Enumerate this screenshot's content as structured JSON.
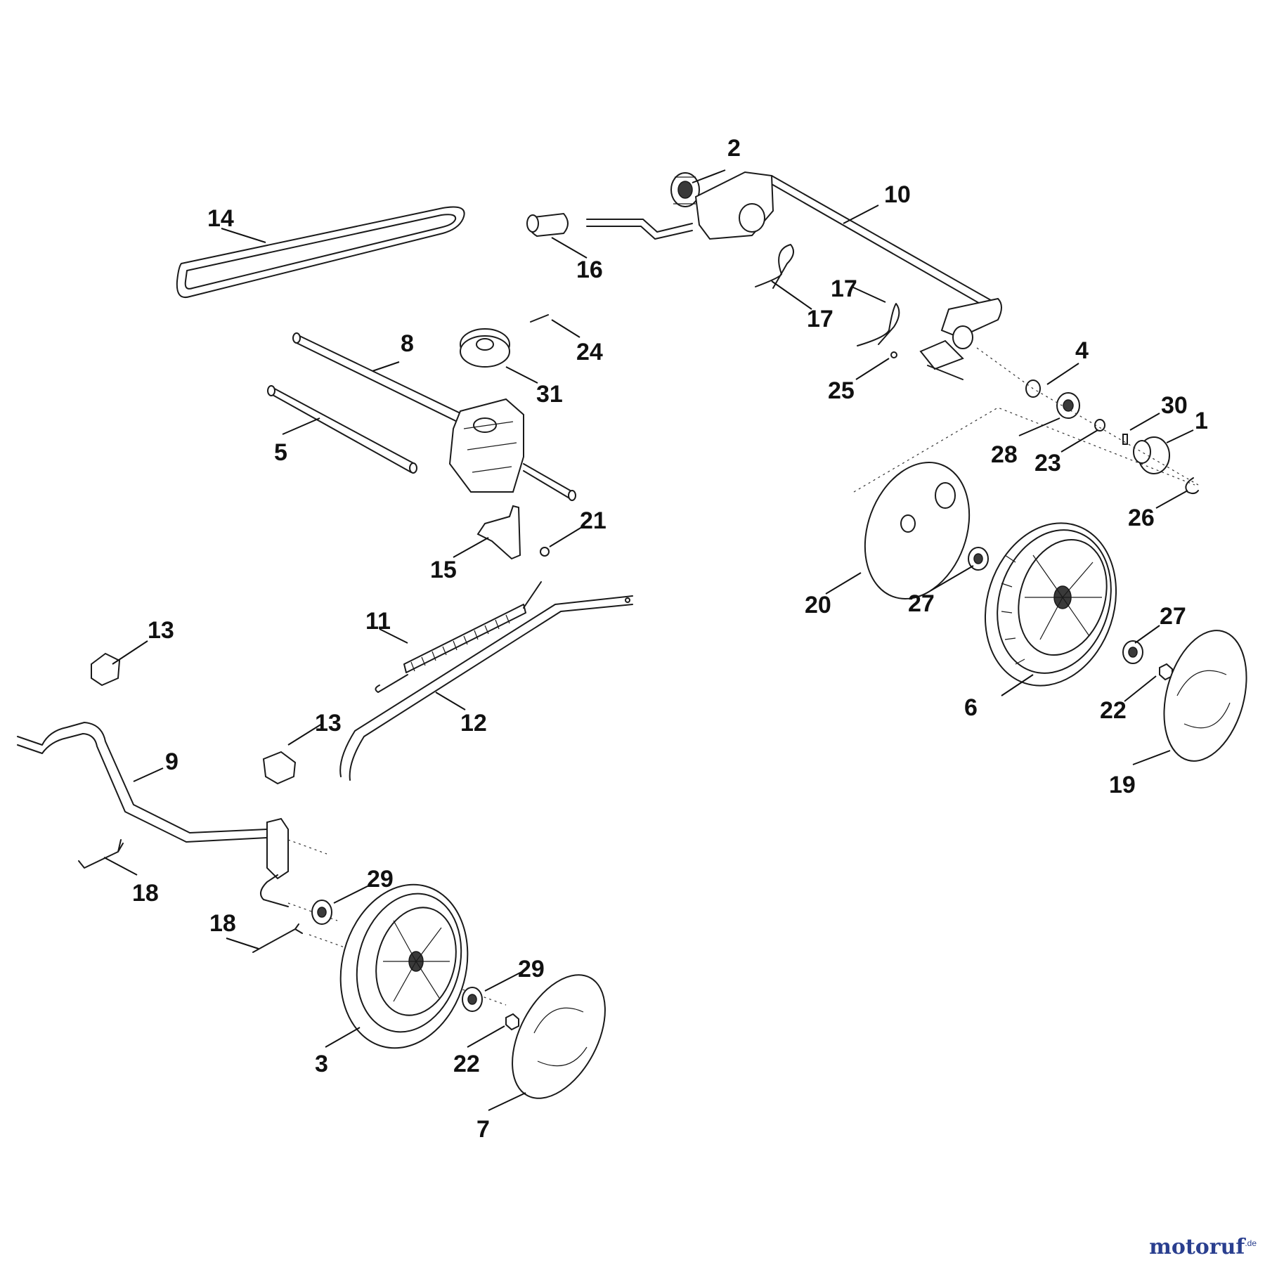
{
  "callouts": {
    "c1": "1",
    "c2": "2",
    "c3": "3",
    "c4": "4",
    "c5": "5",
    "c6": "6",
    "c7": "7",
    "c8": "8",
    "c9": "9",
    "c10": "10",
    "c11": "11",
    "c12": "12",
    "c13a": "13",
    "c13b": "13",
    "c14": "14",
    "c15": "15",
    "c16": "16",
    "c17a": "17",
    "c17b": "17",
    "c18a": "18",
    "c18b": "18",
    "c19": "19",
    "c20": "20",
    "c21": "21",
    "c22a": "22",
    "c22b": "22",
    "c23": "23",
    "c24": "24",
    "c25": "25",
    "c26": "26",
    "c27a": "27",
    "c27b": "27",
    "c28": "28",
    "c29a": "29",
    "c29b": "29",
    "c30": "30",
    "c31": "31"
  },
  "watermark": {
    "brand": "motoruf",
    "tld": ".de",
    "color": "#2a3f8f"
  }
}
